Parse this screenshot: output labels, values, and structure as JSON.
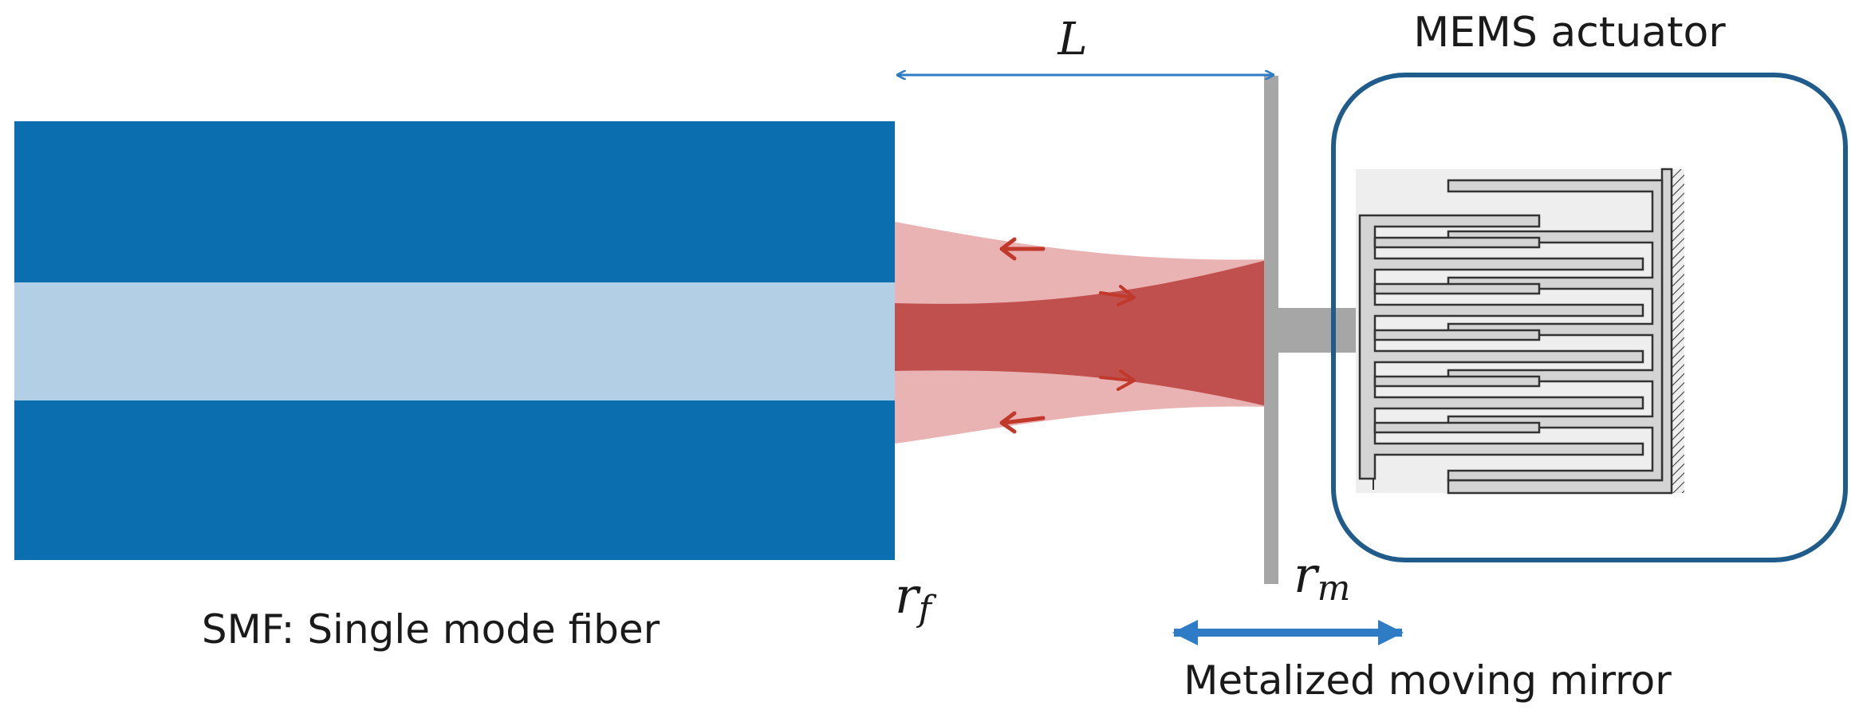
{
  "labels": {
    "length": "L",
    "actuator": "MEMS actuator",
    "fiber": "SMF: Single mode fiber",
    "fiber_radius_base": "r",
    "fiber_radius_sub": "f",
    "mirror_radius_base": "r",
    "mirror_radius_sub": "m",
    "mirror": "Metalized moving mirror"
  },
  "colors": {
    "fiber_cladding": "#0a6eaf",
    "fiber_core": "#b3cfe6",
    "beam_outer": "#eab3b3",
    "beam_inner": "#c0504d",
    "beam_arrows": "#c0392b",
    "mirror": "#a6a6a6",
    "arrow_blue": "#2e7cc6",
    "actuator_frame": "#1f5c8c",
    "comb_fill": "#d4d4d4",
    "comb_stroke": "#333333"
  }
}
